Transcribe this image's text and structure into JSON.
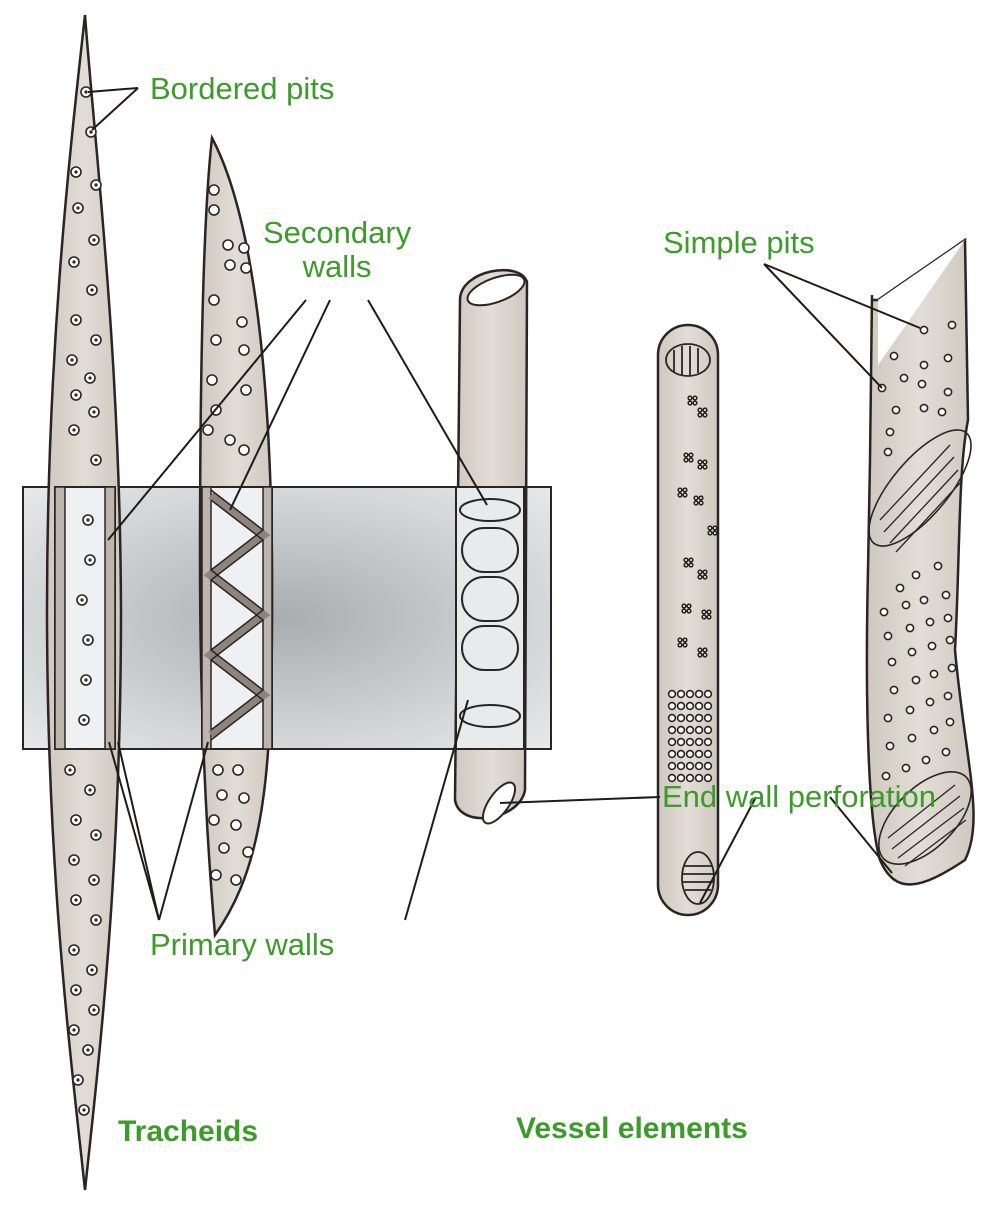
{
  "labels": {
    "bordered_pits": "Bordered pits",
    "secondary_walls": "Secondary\nwalls",
    "simple_pits": "Simple pits",
    "primary_walls": "Primary walls",
    "end_wall_perforation": "End wall perforation",
    "tracheids": "Tracheids",
    "vessel_elements": "Vessel elements"
  },
  "colors": {
    "label_green": "#3c9b2a",
    "cell_fill": "#d9d3cc",
    "outline": "#2a2522",
    "band_fill": "#c4c7c9"
  }
}
